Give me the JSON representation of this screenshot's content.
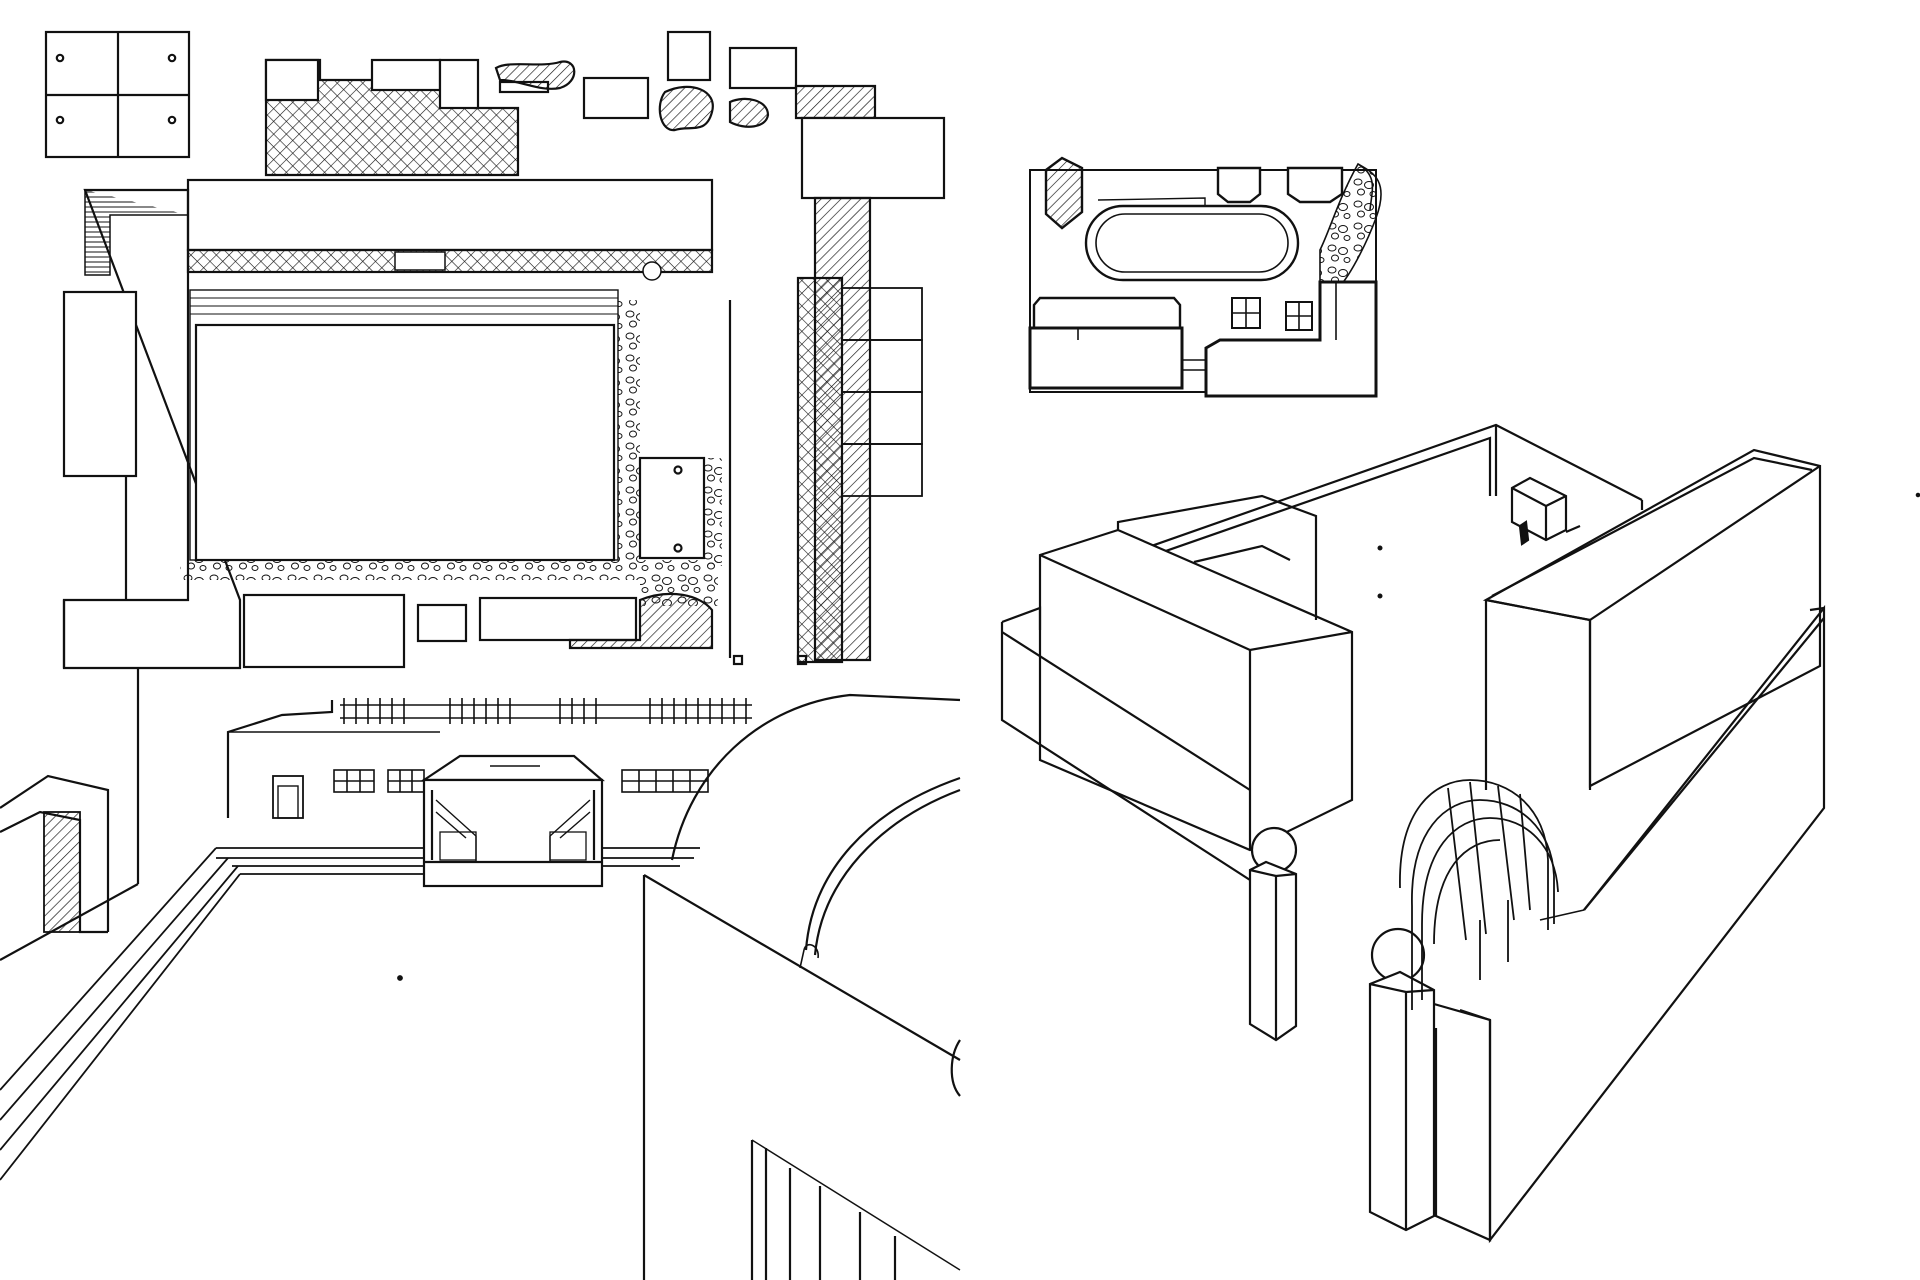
{
  "sheet": {
    "description_free": true,
    "ink_color": "#111111",
    "paper_color": "#ffffff",
    "panels": [
      {
        "id": "site-plan"
      },
      {
        "id": "courtyard-sketch"
      },
      {
        "id": "small-plan-elevation"
      },
      {
        "id": "perspective-massing"
      }
    ]
  }
}
